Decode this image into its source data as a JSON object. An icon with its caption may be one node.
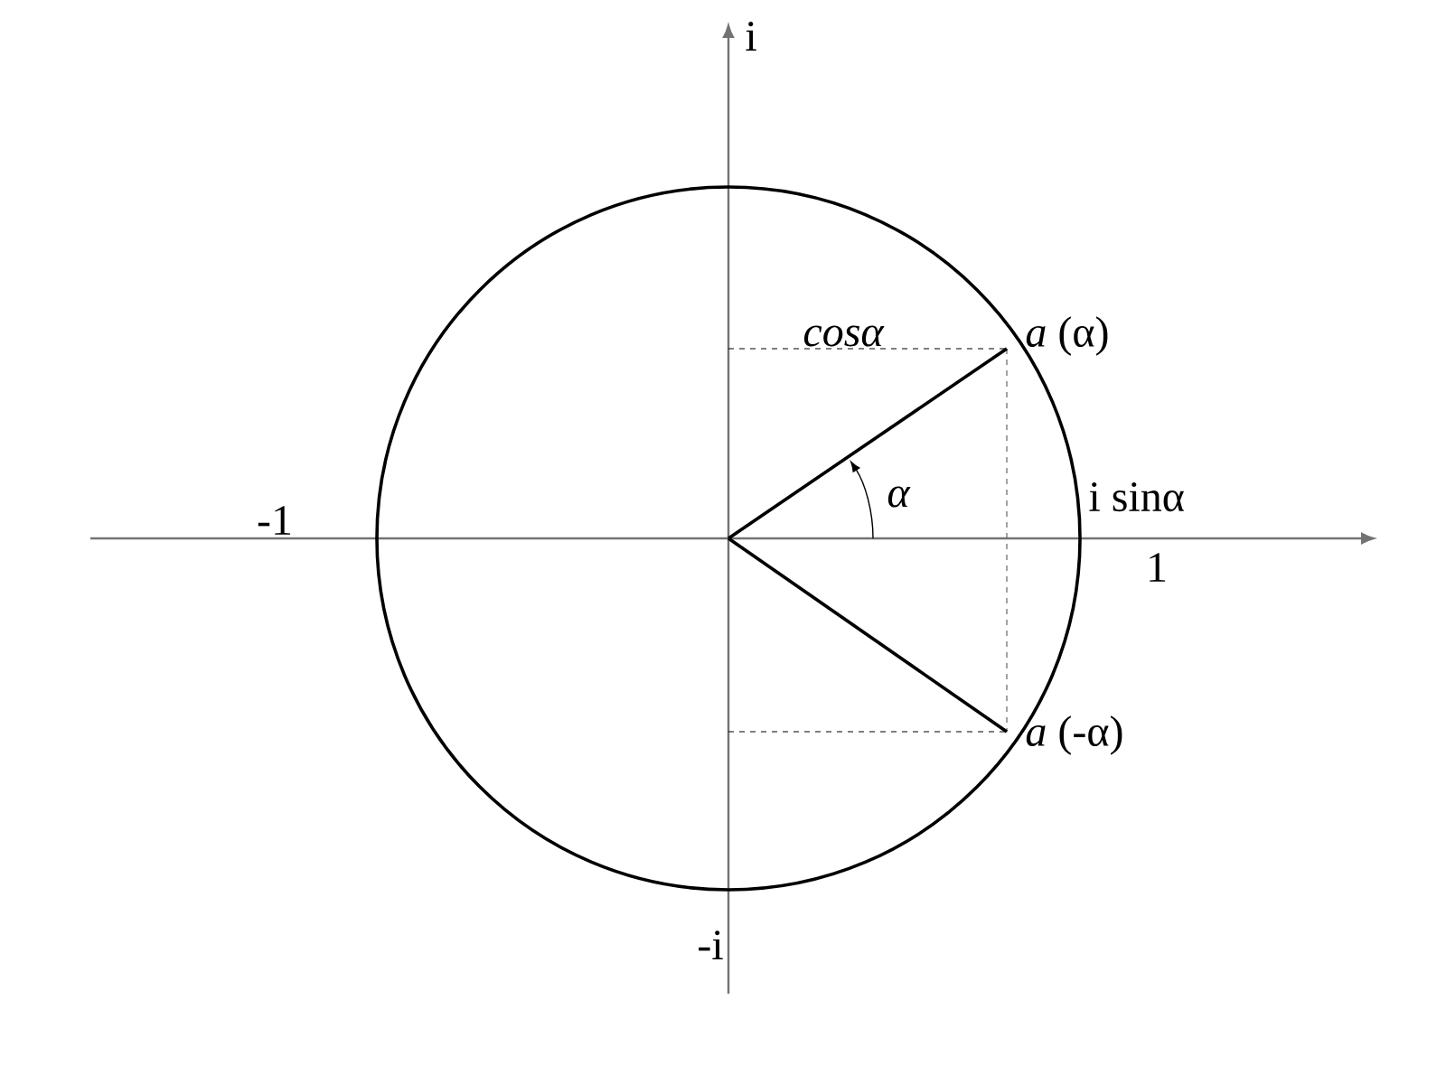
{
  "diagram": {
    "labels": [
      "i",
      "-1",
      "cosα",
      "*a* (α)",
      "α",
      "i sinα",
      "1",
      "*a* (-α)",
      "-i"
    ]
  }
}
